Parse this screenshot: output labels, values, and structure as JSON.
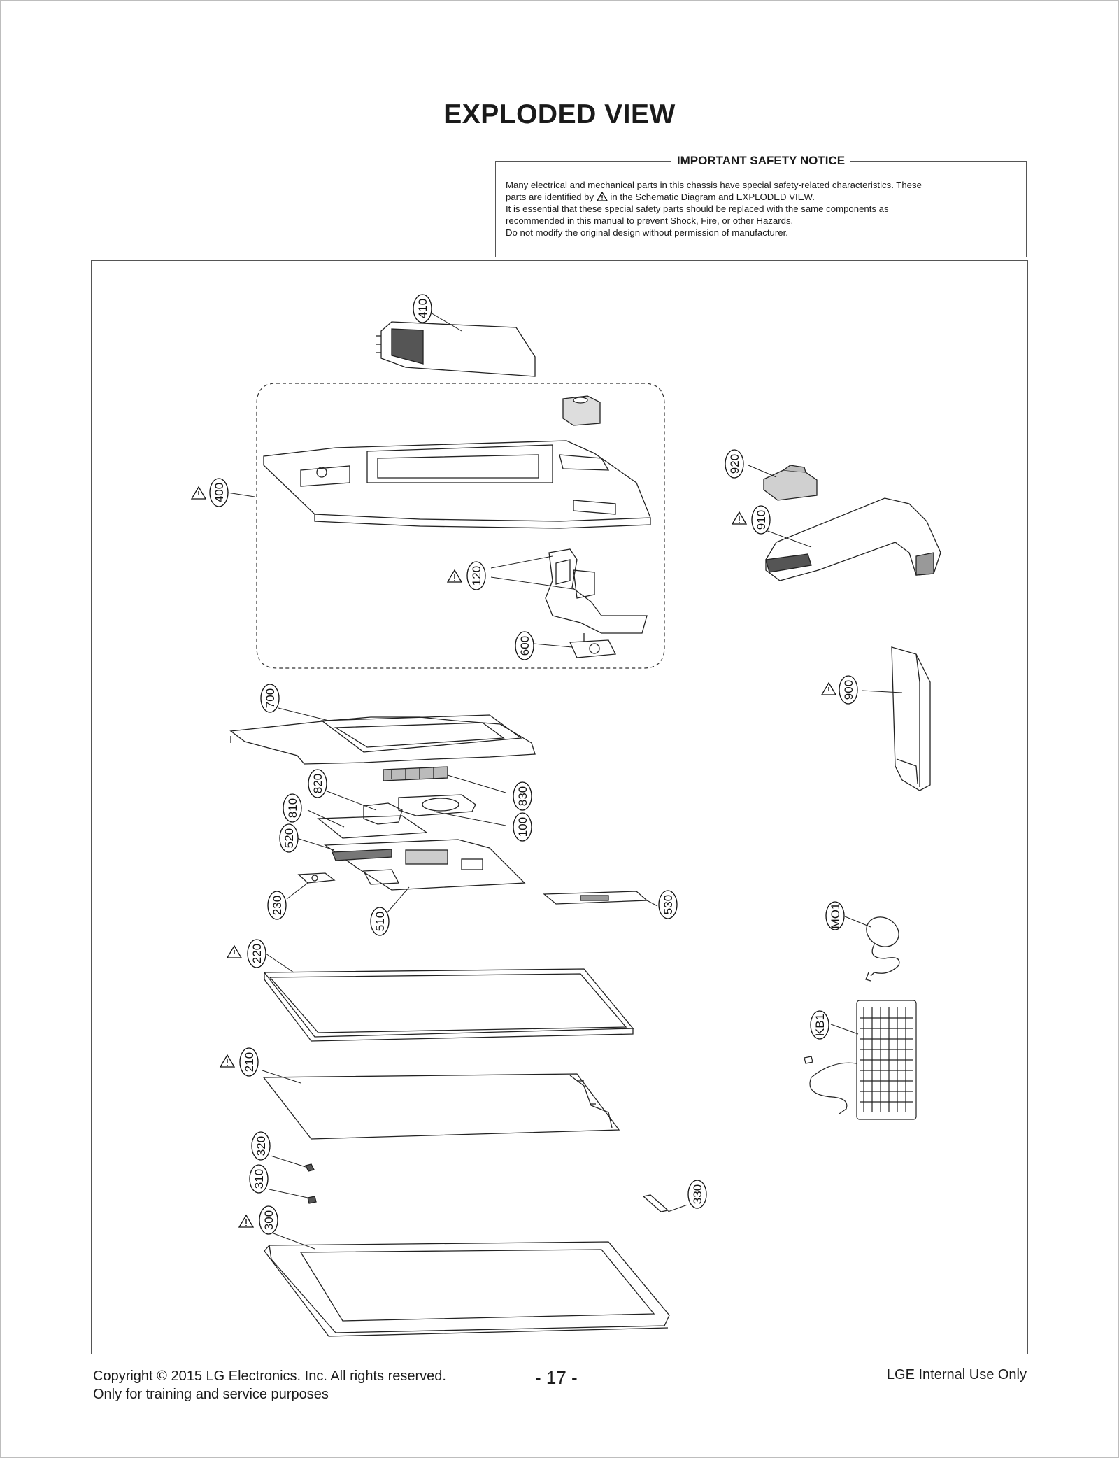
{
  "page": {
    "title": "EXPLODED VIEW"
  },
  "notice": {
    "heading": "IMPORTANT SAFETY NOTICE",
    "line1": "Many electrical and mechanical parts in this chassis have special safety-related characteristics. These",
    "line2_before": "parts are identified by ",
    "line2_after": " in the Schematic Diagram and EXPLODED VIEW.",
    "line3": "It is essential that these special safety parts should be replaced with the same components as",
    "line4": "recommended in this manual to prevent Shock, Fire, or other Hazards.",
    "line5": "Do not modify the original design without permission of manufacturer."
  },
  "parts": {
    "p410": "410",
    "p400": "400",
    "p920": "920",
    "p910": "910",
    "p120": "120",
    "p600": "600",
    "p900": "900",
    "p700": "700",
    "p820": "820",
    "p830": "830",
    "p810": "810",
    "p100": "100",
    "p520": "520",
    "p230": "230",
    "p510": "510",
    "p530": "530",
    "pMO1": "MO1",
    "p220": "220",
    "pKB1": "KB1",
    "p210": "210",
    "p320": "320",
    "p310": "310",
    "p330": "330",
    "p300": "300"
  },
  "footer": {
    "copyright": "Copyright  © 2015  LG Electronics. Inc. All rights reserved.",
    "purpose": "Only for training and service purposes",
    "page_number": "- 17 -",
    "internal": "LGE Internal Use Only"
  }
}
